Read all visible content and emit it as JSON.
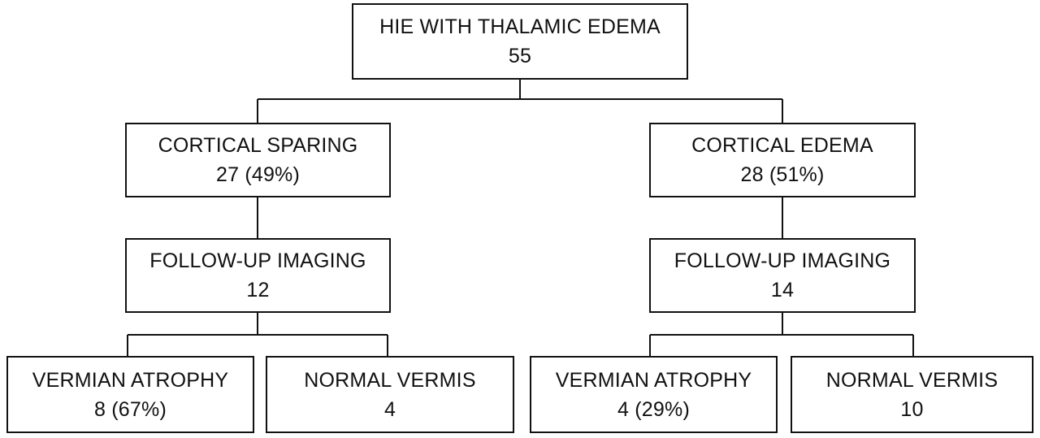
{
  "root": {
    "label": "HIE WITH THALAMIC EDEMA",
    "count": "55"
  },
  "cortical_sparing": {
    "label": "CORTICAL SPARING",
    "count": "27 (49%)"
  },
  "cortical_edema": {
    "label": "CORTICAL EDEMA",
    "count": "28 (51%)"
  },
  "followup_left": {
    "label": "FOLLOW-UP IMAGING",
    "count": "12"
  },
  "followup_right": {
    "label": "FOLLOW-UP IMAGING",
    "count": "14"
  },
  "vermian_atrophy_left": {
    "label": "VERMIAN ATROPHY",
    "count": "8 (67%)"
  },
  "normal_vermis_left": {
    "label": "NORMAL VERMIS",
    "count": "4"
  },
  "vermian_atrophy_right": {
    "label": "VERMIAN ATROPHY",
    "count": "4 (29%)"
  },
  "normal_vermis_right": {
    "label": "NORMAL VERMIS",
    "count": "10"
  }
}
